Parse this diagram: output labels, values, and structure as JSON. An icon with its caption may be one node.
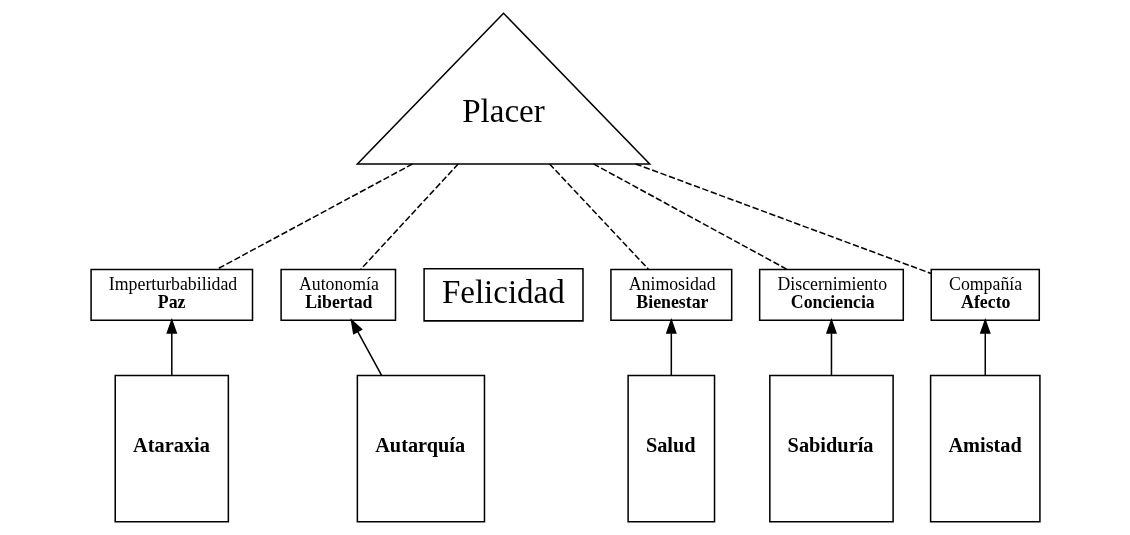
{
  "diagram": {
    "nodes": [
      {
        "text": [
          "Placer"
        ]
      },
      {
        "text": [
          "Imperturbabilidad",
          "Paz"
        ]
      },
      {
        "text": [
          "Autonomía",
          "Libertad"
        ]
      },
      {
        "text": [
          "Animosidad",
          "Bienestar"
        ]
      },
      {
        "text": [
          "Discernimiento",
          "Conciencia"
        ]
      },
      {
        "text": [
          "Felicidad"
        ]
      },
      {
        "text": [
          "Compañía",
          "Afecto"
        ]
      },
      {
        "text": [
          "Sabiduría"
        ]
      },
      {
        "text": [
          "Ataraxia"
        ]
      },
      {
        "text": [
          "Autarquía"
        ]
      },
      {
        "text": [
          "Salud"
        ]
      },
      {
        "text": [
          "Amistad"
        ]
      }
    ],
    "edges": [
      {
        "from": 7,
        "to": 4,
        "arrow": "to"
      },
      {
        "from": 8,
        "to": 1,
        "arrow": "to"
      },
      {
        "from": 9,
        "to": 2,
        "arrow": "to"
      },
      {
        "from": 10,
        "to": 3,
        "arrow": "to"
      },
      {
        "from": 11,
        "to": 6,
        "arrow": "to"
      },
      {
        "from": 0,
        "to": 1,
        "arrow": "none",
        "style": "dashed"
      },
      {
        "from": 0,
        "to": 2,
        "arrow": "none",
        "style": "dashed"
      },
      {
        "from": 0,
        "to": 3,
        "arrow": "none",
        "style": "dashed"
      },
      {
        "from": 0,
        "to": 4,
        "arrow": "none",
        "style": "dashed"
      },
      {
        "from": 0,
        "to": 6,
        "arrow": "none",
        "style": "dashed"
      }
    ]
  }
}
